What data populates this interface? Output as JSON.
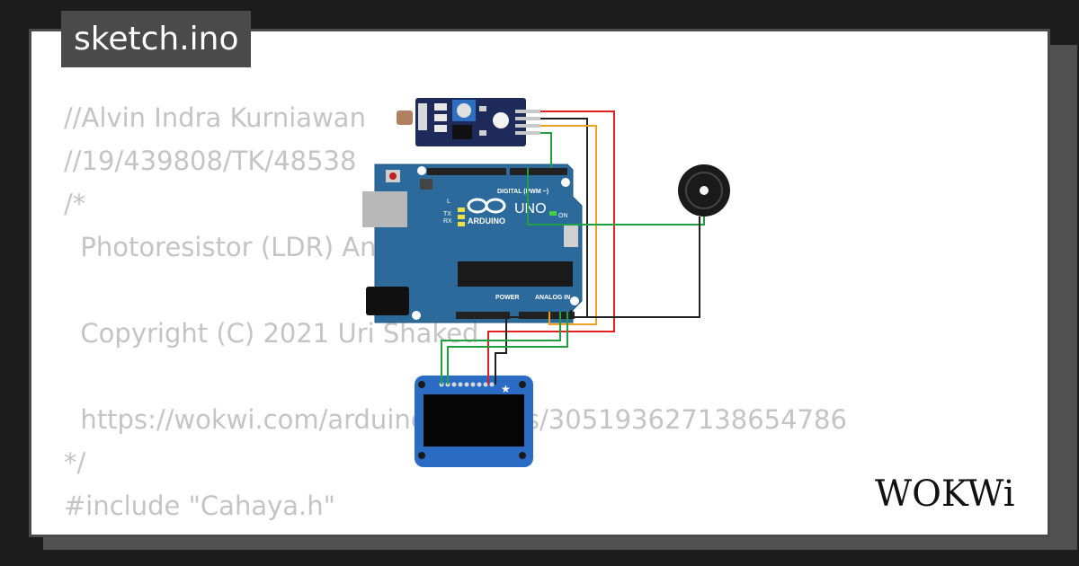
{
  "file_tab": {
    "label": "sketch.ino"
  },
  "code_lines": [
    "//Alvin Indra Kurniawan",
    "//19/439808/TK/48538",
    "/*",
    "  Photoresistor (LDR) Analog Demo",
    "",
    "  Copyright (C) 2021 Uri Shaked",
    "",
    "  https://wokwi.com/arduino/projects/305193627138654786",
    "*/",
    "#include \"Cahaya.h\""
  ],
  "arduino": {
    "brand": "ARDUINO",
    "model": "UNO",
    "digital_label": "DIGITAL (PWM ~)",
    "power_label": "POWER",
    "analog_label": "ANALOG IN",
    "on_label": "ON",
    "tx_label": "TX",
    "rx_label": "RX",
    "l_label": "L"
  },
  "logo": {
    "text": "WOKWi"
  },
  "colors": {
    "background": "#1c1c1c",
    "card_border": "#4a4a4a",
    "code_text": "#c4c4c4",
    "arduino_board": "#2b6a9a",
    "sensor_board": "#1e2a5a",
    "oled_board": "#2a6cc4",
    "wire_red": "#e02020",
    "wire_black": "#202020",
    "wire_orange": "#f0a020",
    "wire_green": "#20a040"
  }
}
